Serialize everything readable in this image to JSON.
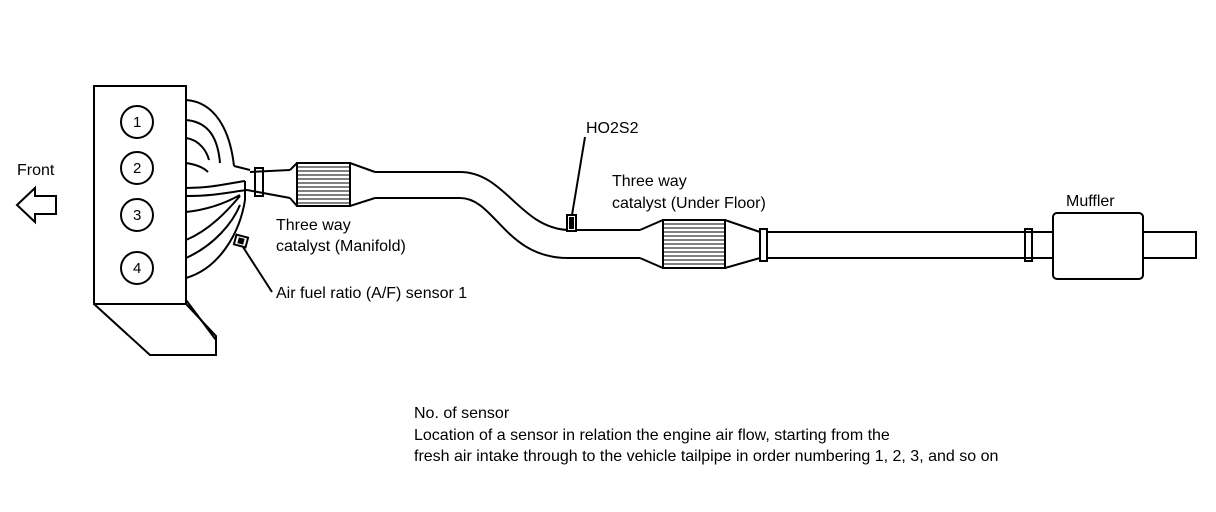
{
  "direction_label": "Front",
  "cylinders": [
    "1",
    "2",
    "3",
    "4"
  ],
  "labels": {
    "manifold_catalyst_line1": "Three way",
    "manifold_catalyst_line2": "catalyst (Manifold)",
    "af_sensor": "Air fuel ratio (A/F) sensor 1",
    "ho2s2": "HO2S2",
    "underfloor_catalyst_line1": "Three way",
    "underfloor_catalyst_line2": "catalyst (Under Floor)",
    "muffler": "Muffler"
  },
  "note": {
    "title": "No. of sensor",
    "line1": "Location of a sensor in relation the engine air flow, starting from the",
    "line2": "fresh air intake through to the vehicle tailpipe in order numbering 1, 2, 3, and so on"
  }
}
